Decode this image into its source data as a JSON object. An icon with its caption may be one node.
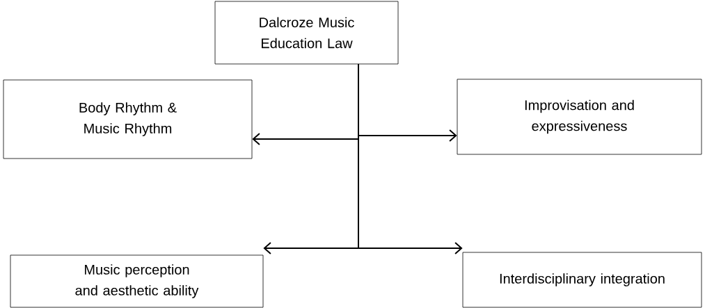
{
  "diagram": {
    "nodes": [
      {
        "text": [
          "Dalcroze Music Education Law"
        ]
      },
      {
        "text": [
          "Body Rhythm & Music Rhythm"
        ]
      },
      {
        "text": [
          "Improvisation and expressiveness"
        ]
      },
      {
        "text": [
          "Music perception and aesthetic ability"
        ]
      },
      {
        "text": [
          "Interdisciplinary integration"
        ]
      }
    ],
    "edges": [
      {
        "from": 0,
        "to": 1,
        "arrow": "to"
      },
      {
        "from": 0,
        "to": 2,
        "arrow": "to"
      },
      {
        "from": 0,
        "to": 3,
        "arrow": "to"
      },
      {
        "from": 0,
        "to": 4,
        "arrow": "to"
      }
    ]
  }
}
